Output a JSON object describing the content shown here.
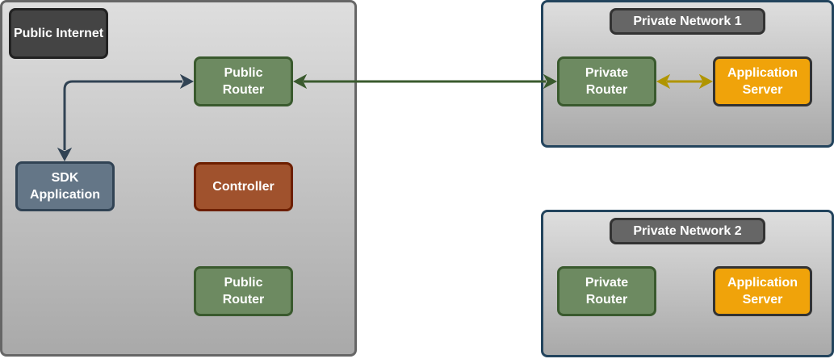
{
  "public_internet": {
    "title": "Public Internet",
    "public_router_1": "Public\nRouter",
    "sdk_application": "SDK\nApplication",
    "controller": "Controller",
    "public_router_2": "Public\nRouter"
  },
  "private_network_1": {
    "title": "Private Network 1",
    "private_router": "Private\nRouter",
    "application_server": "Application\nServer"
  },
  "private_network_2": {
    "title": "Private Network 2",
    "private_router": "Private\nRouter",
    "application_server": "Application\nServer"
  },
  "colors": {
    "router_fill": "#6d8a61",
    "sdk_fill": "#647687",
    "controller_fill": "#a0522d",
    "app_server_fill": "#f0a30a",
    "sdk_link": "#314354",
    "network_link": "#3a5a2e",
    "local_link": "#b09500"
  }
}
